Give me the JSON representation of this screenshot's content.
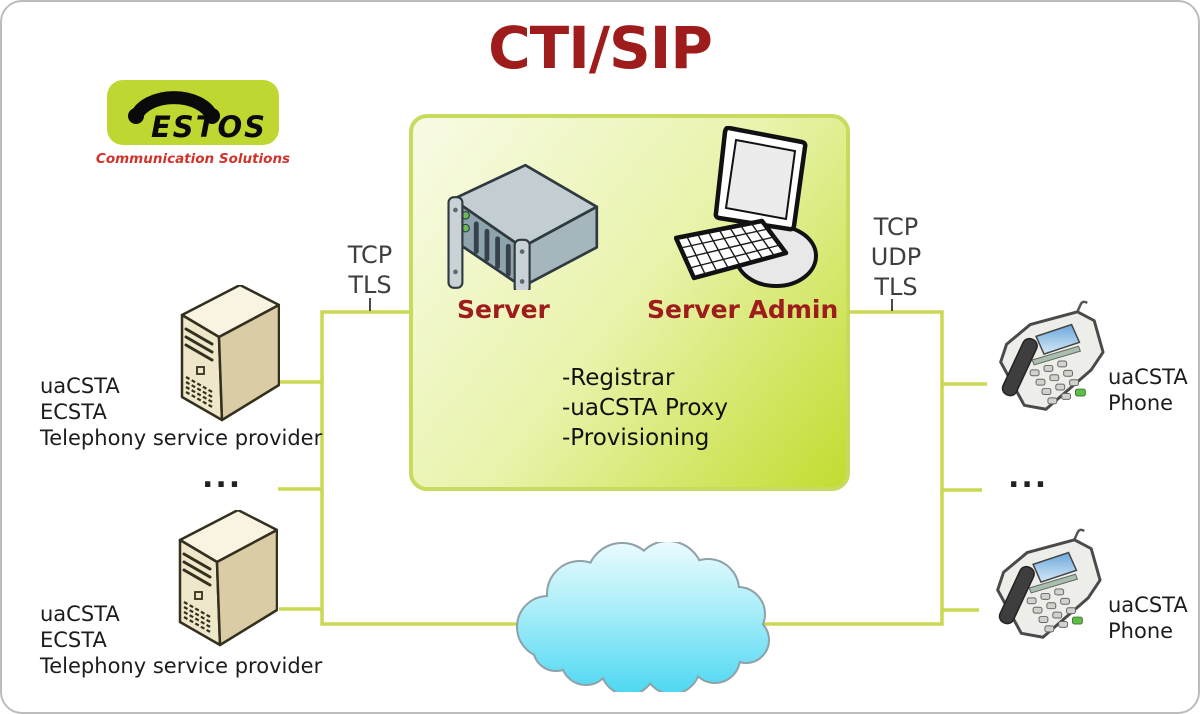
{
  "title": "CTI/SIP",
  "logo": {
    "brand": "ESTOS",
    "tagline": "Communication Solutions"
  },
  "center_box": {
    "server_label": "Server",
    "server_admin_label": "Server Admin",
    "features": [
      "-Registrar",
      "-uaCSTA Proxy",
      "-Provisioning"
    ]
  },
  "left_link": {
    "protocols": [
      "TCP",
      "TLS"
    ],
    "ellipsis": "..."
  },
  "right_link": {
    "protocols": [
      "TCP",
      "UDP",
      "TLS"
    ],
    "ellipsis": "..."
  },
  "providers": [
    {
      "lines": [
        "uaCSTA",
        "ECSTA",
        "Telephony service provider"
      ]
    },
    {
      "lines": [
        "uaCSTA",
        "ECSTA",
        "Telephony service provider"
      ]
    }
  ],
  "phones": [
    {
      "lines": [
        "uaCSTA",
        "Phone"
      ]
    },
    {
      "lines": [
        "uaCSTA",
        "Phone"
      ]
    }
  ],
  "colors": {
    "title_red": "#9E1C1C",
    "logo_green": "#BFD730",
    "tagline_red": "#CE342B",
    "line_green": "#CBD852",
    "box_border_green": "#C9DB5F",
    "cloud_blue": "#58DAF2"
  }
}
